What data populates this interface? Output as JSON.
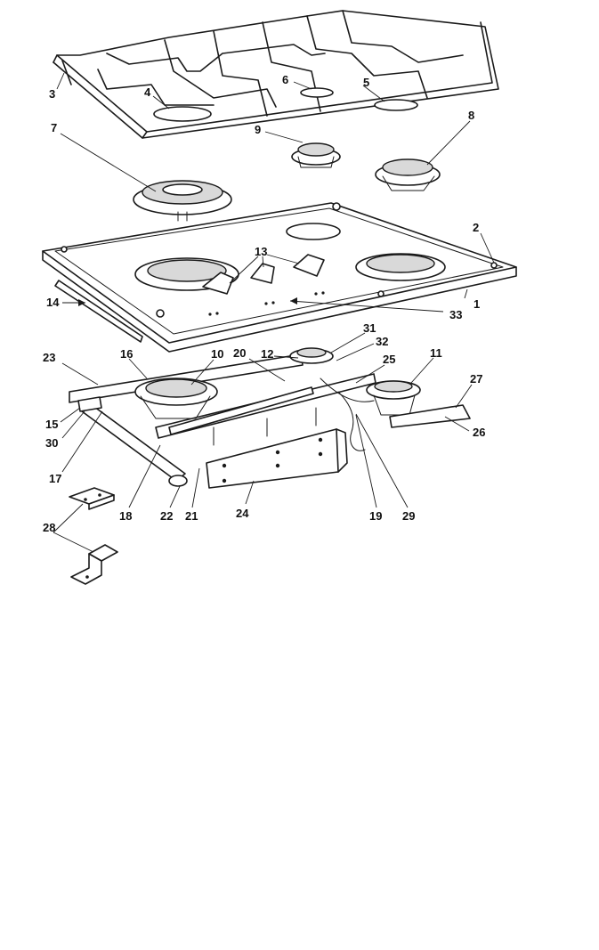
{
  "labels": [
    "1",
    "2",
    "3",
    "4",
    "5",
    "6",
    "7",
    "8",
    "9",
    "10",
    "11",
    "12",
    "13",
    "14",
    "15",
    "16",
    "17",
    "18",
    "19",
    "20",
    "21",
    "22",
    "23",
    "24",
    "25",
    "26",
    "27",
    "28",
    "29",
    "30",
    "31",
    "32",
    "33"
  ]
}
